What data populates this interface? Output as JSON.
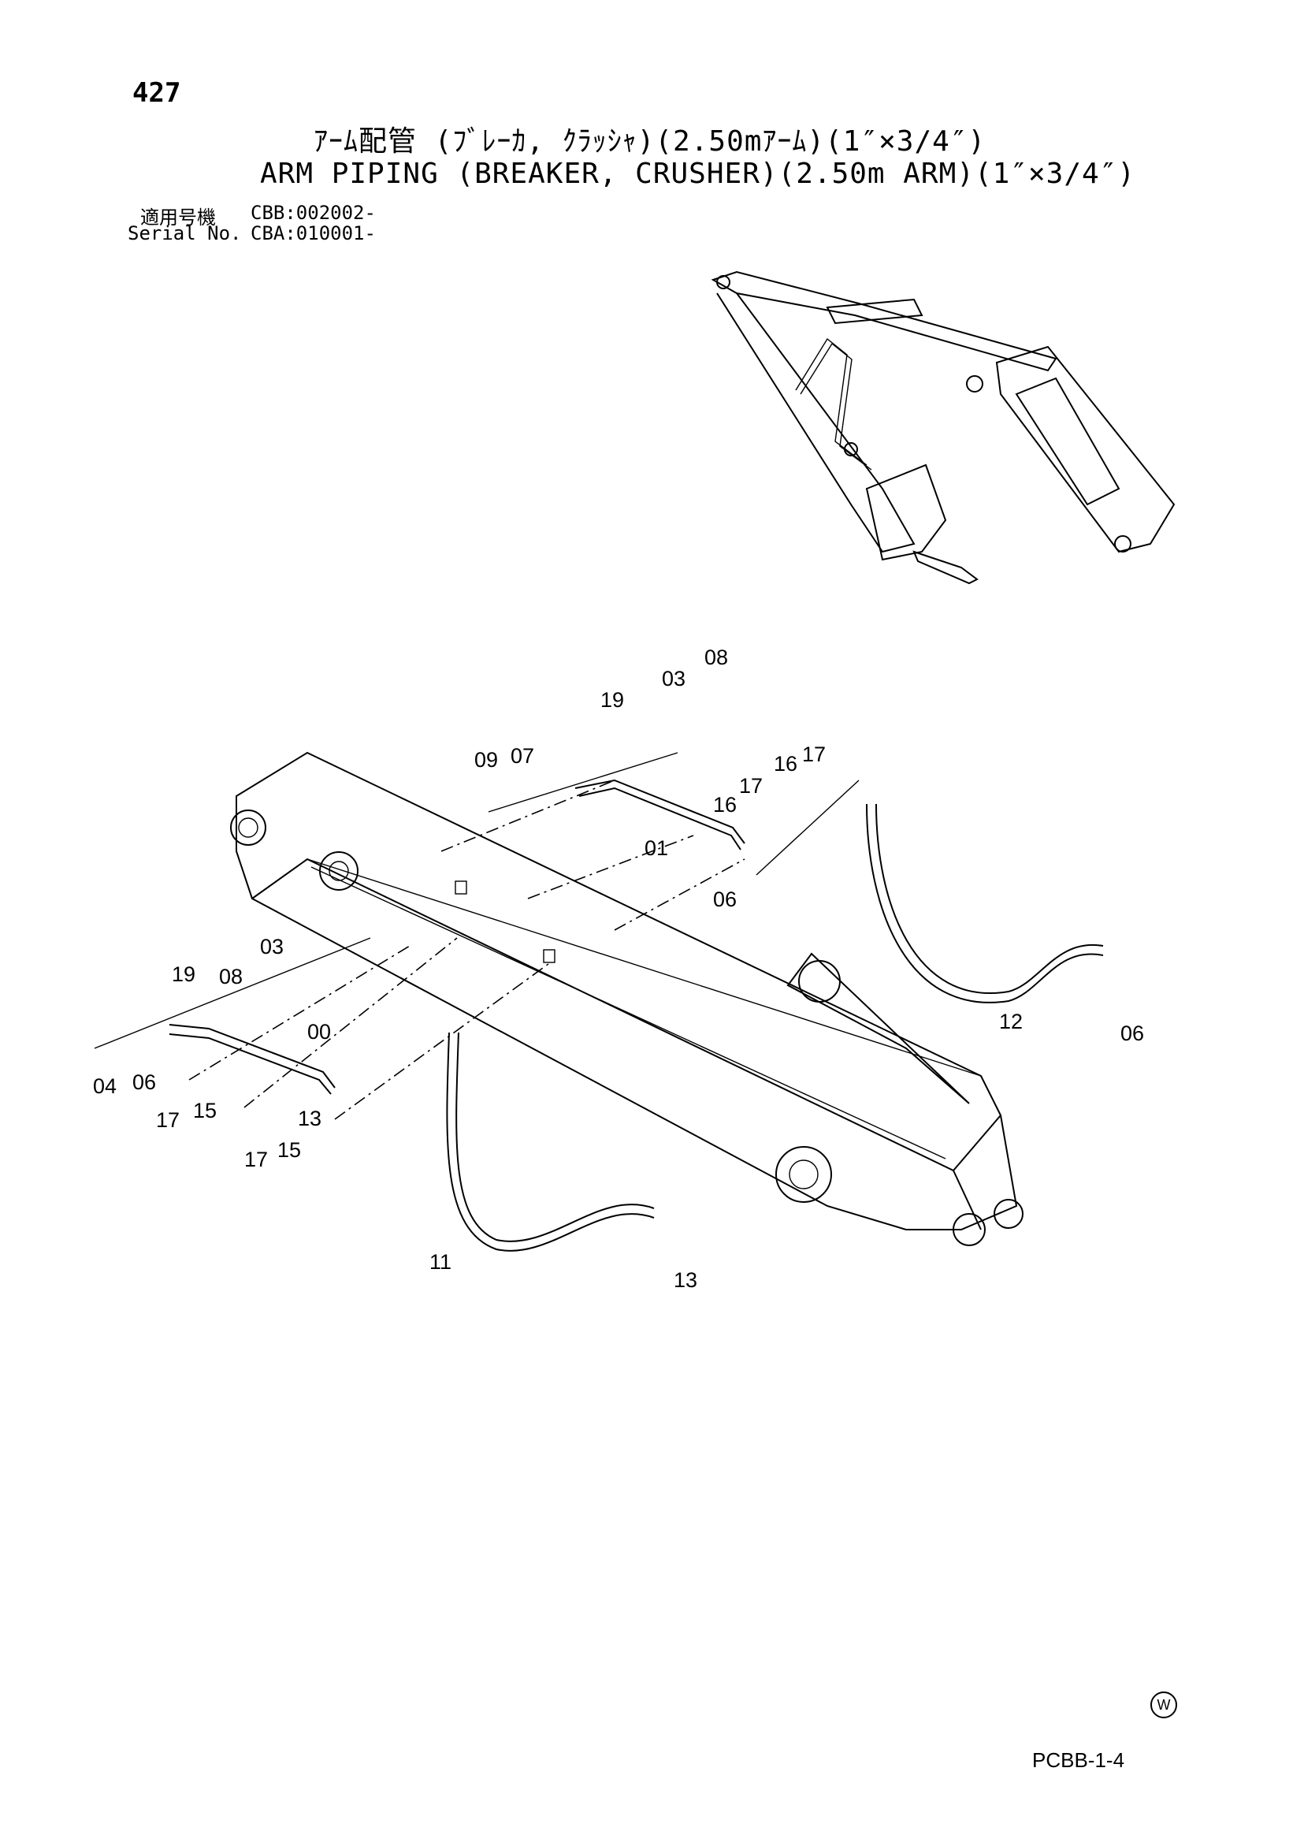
{
  "page_number": "427",
  "title_jp": "ｱｰﾑ配管 (ﾌﾞﾚｰｶ, ｸﾗｯｼｬ)(2.50mｱｰﾑ)(1″×3/4″)",
  "title_en": "ARM PIPING (BREAKER, CRUSHER)(2.50m ARM)(1″×3/4″)",
  "serial_jp": {
    "label": "適用号機",
    "value": "CBB:002002-"
  },
  "serial_en": {
    "label": "Serial No.",
    "value": "CBA:010001-"
  },
  "doc_code": "PCBB-1-4",
  "w_mark": "W",
  "callouts": [
    "08",
    "03",
    "19",
    "09",
    "07",
    "17",
    "16",
    "17",
    "16",
    "01",
    "06",
    "03",
    "19",
    "08",
    "00",
    "12",
    "06",
    "04",
    "06",
    "17",
    "15",
    "13",
    "17",
    "15",
    "11",
    "13"
  ]
}
